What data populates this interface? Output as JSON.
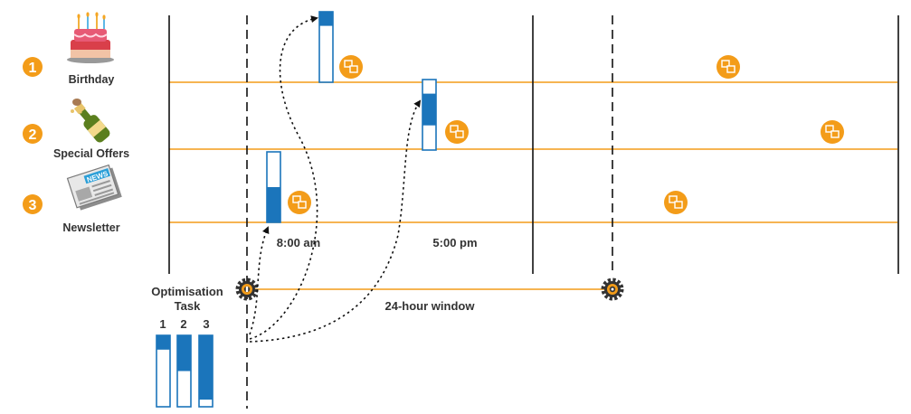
{
  "colors": {
    "accent_orange": "#F39C19",
    "accent_blue": "#1B75BB",
    "line_black": "#111111",
    "text": "#333333"
  },
  "campaigns": [
    {
      "number": "1",
      "label": "Birthday",
      "icon": "birthday-cake-icon"
    },
    {
      "number": "2",
      "label": "Special Offers",
      "icon": "champagne-bottle-icon"
    },
    {
      "number": "3",
      "label": "Newsletter",
      "icon": "newspaper-icon"
    }
  ],
  "time_labels": {
    "morning": "8:00 am",
    "evening": "5:00 pm"
  },
  "window_label": "24-hour window",
  "optimisation": {
    "title_line1": "Optimisation",
    "title_line2": "Task",
    "bars": [
      {
        "label": "1",
        "fill_fraction": 0.2
      },
      {
        "label": "2",
        "fill_fraction": 0.5
      },
      {
        "label": "3",
        "fill_fraction": 0.9
      }
    ]
  },
  "scheduled_bars": [
    {
      "campaign": "1",
      "fill_fraction": 0.2
    },
    {
      "campaign": "2",
      "fill_fraction": 0.45
    },
    {
      "campaign": "3",
      "fill_fraction": 0.5
    }
  ]
}
